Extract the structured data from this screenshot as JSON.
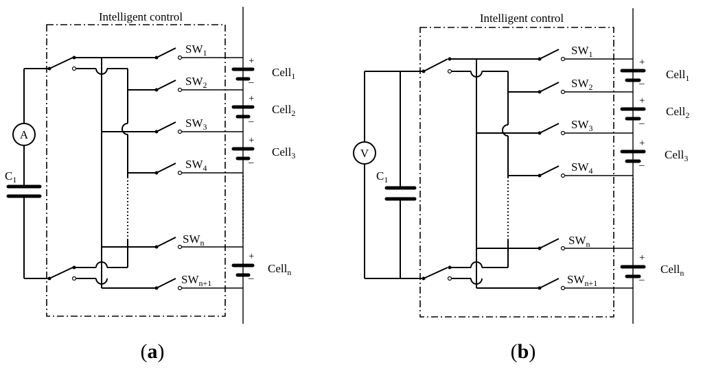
{
  "panels": [
    {
      "label_open": "(",
      "label_letter": "a",
      "label_close": ")",
      "title": "Intelligent control",
      "meter": "A",
      "capacitor": {
        "main": "C",
        "sub": "1"
      },
      "switches": [
        {
          "main": "SW",
          "sub": "1"
        },
        {
          "main": "SW",
          "sub": "2"
        },
        {
          "main": "SW",
          "sub": "3"
        },
        {
          "main": "SW",
          "sub": "4"
        },
        {
          "main": "SW",
          "sub": "n"
        },
        {
          "main": "SW",
          "sub": "n+1"
        }
      ],
      "cells": [
        {
          "main": "Cell",
          "sub": "1"
        },
        {
          "main": "Cell",
          "sub": "2"
        },
        {
          "main": "Cell",
          "sub": "3"
        },
        {
          "main": "Cell",
          "sub": "n"
        }
      ],
      "plus": "+",
      "minus": "–"
    },
    {
      "label_open": "(",
      "label_letter": "b",
      "label_close": ")",
      "title": "Intelligent control",
      "meter": "V",
      "capacitor": {
        "main": "C",
        "sub": "1"
      },
      "switches": [
        {
          "main": "SW",
          "sub": "1"
        },
        {
          "main": "SW",
          "sub": "2"
        },
        {
          "main": "SW",
          "sub": "3"
        },
        {
          "main": "SW",
          "sub": "4"
        },
        {
          "main": "SW",
          "sub": "n"
        },
        {
          "main": "SW",
          "sub": "n+1"
        }
      ],
      "cells": [
        {
          "main": "Cell",
          "sub": "1"
        },
        {
          "main": "Cell",
          "sub": "2"
        },
        {
          "main": "Cell",
          "sub": "3"
        },
        {
          "main": "Cell",
          "sub": "n"
        }
      ],
      "plus": "+",
      "minus": "–"
    }
  ]
}
